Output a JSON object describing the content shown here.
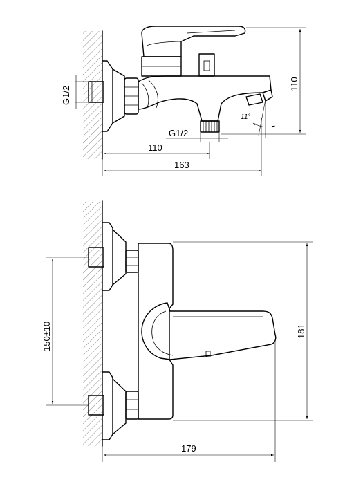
{
  "side_view": {
    "thread_left": "G1/2",
    "thread_bottom": "G1/2",
    "dim_110_horizontal": "110",
    "dim_163": "163",
    "dim_110_vertical": "110",
    "angle": "11°"
  },
  "front_view": {
    "dim_150": "150±10",
    "dim_181": "181",
    "dim_179": "179"
  }
}
